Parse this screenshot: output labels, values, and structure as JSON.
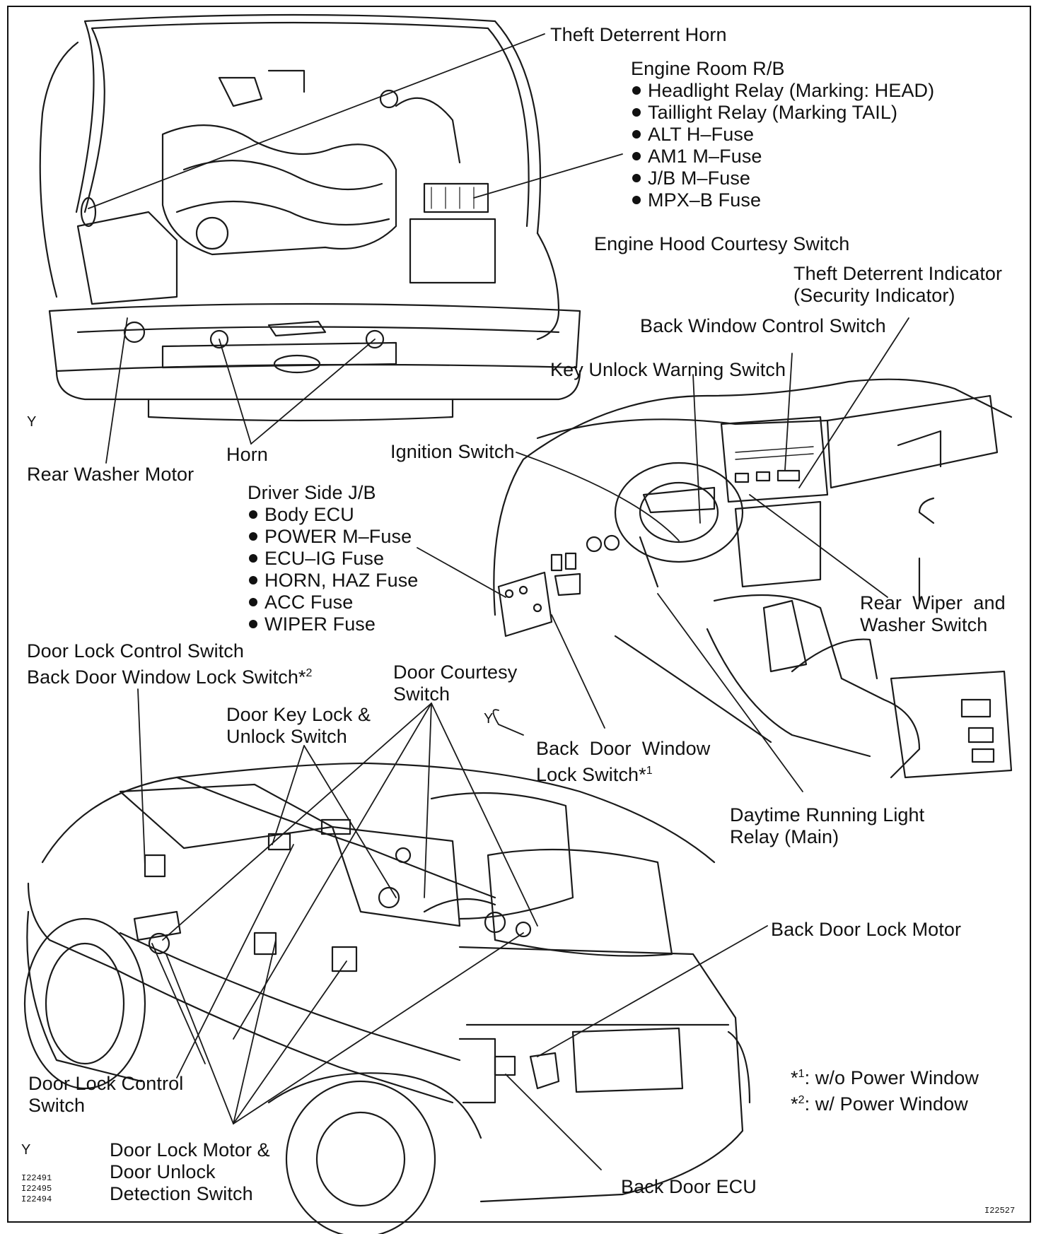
{
  "labels": {
    "theft_deterrent_horn": "Theft Deterrent Horn",
    "engine_room_rb": {
      "title": "Engine Room R/B",
      "items": [
        "Headlight Relay (Marking: HEAD)",
        "Taillight Relay (Marking TAIL)",
        "ALT H–Fuse",
        "AM1 M–Fuse",
        "J/B M–Fuse",
        "MPX–B Fuse"
      ]
    },
    "engine_hood_courtesy_switch": "Engine Hood Courtesy Switch",
    "theft_deterrent_indicator": [
      "Theft Deterrent Indicator",
      "(Security Indicator)"
    ],
    "back_window_control_switch": "Back Window Control Switch",
    "key_unlock_warning_switch": "Key Unlock Warning Switch",
    "horn": "Horn",
    "rear_washer_motor": "Rear Washer Motor",
    "ignition_switch": "Ignition Switch",
    "driver_side_jb": {
      "title": "Driver Side J/B",
      "items": [
        "Body ECU",
        "POWER M–Fuse",
        "ECU–IG Fuse",
        "HORN, HAZ Fuse",
        "ACC Fuse",
        "WIPER Fuse"
      ]
    },
    "rear_wiper_washer_switch": [
      "Rear  Wiper  and",
      "Washer Switch"
    ],
    "door_lock_control_switch_top": "Door Lock Control Switch",
    "back_door_window_lock_switch_2": "Back Door Window Lock Switch*",
    "door_courtesy_switch": [
      "Door Courtesy",
      "Switch"
    ],
    "door_key_lock_unlock_switch": [
      "Door Key Lock &",
      "Unlock Switch"
    ],
    "back_door_window_lock_switch_1": [
      "Back  Door  Window",
      "Lock Switch*"
    ],
    "daytime_running_light_relay": [
      "Daytime Running Light",
      "Relay (Main)"
    ],
    "back_door_lock_motor": "Back Door Lock Motor",
    "footnote_1": ": w/o Power Window",
    "footnote_2": ": w/ Power Window",
    "footnote_mark_1": "*1",
    "footnote_mark_2": "*2",
    "sup_1": "1",
    "sup_2": "2",
    "door_lock_control_switch_bottom": [
      "Door Lock Control",
      "Switch"
    ],
    "door_lock_motor": [
      "Door Lock Motor &",
      "Door Unlock",
      "Detection Switch"
    ],
    "back_door_ecu": "Back Door ECU",
    "y_mark": "Y",
    "ref_codes_left": [
      "I22491",
      "I22495",
      "I22494"
    ],
    "ref_code_right": "I22527"
  }
}
